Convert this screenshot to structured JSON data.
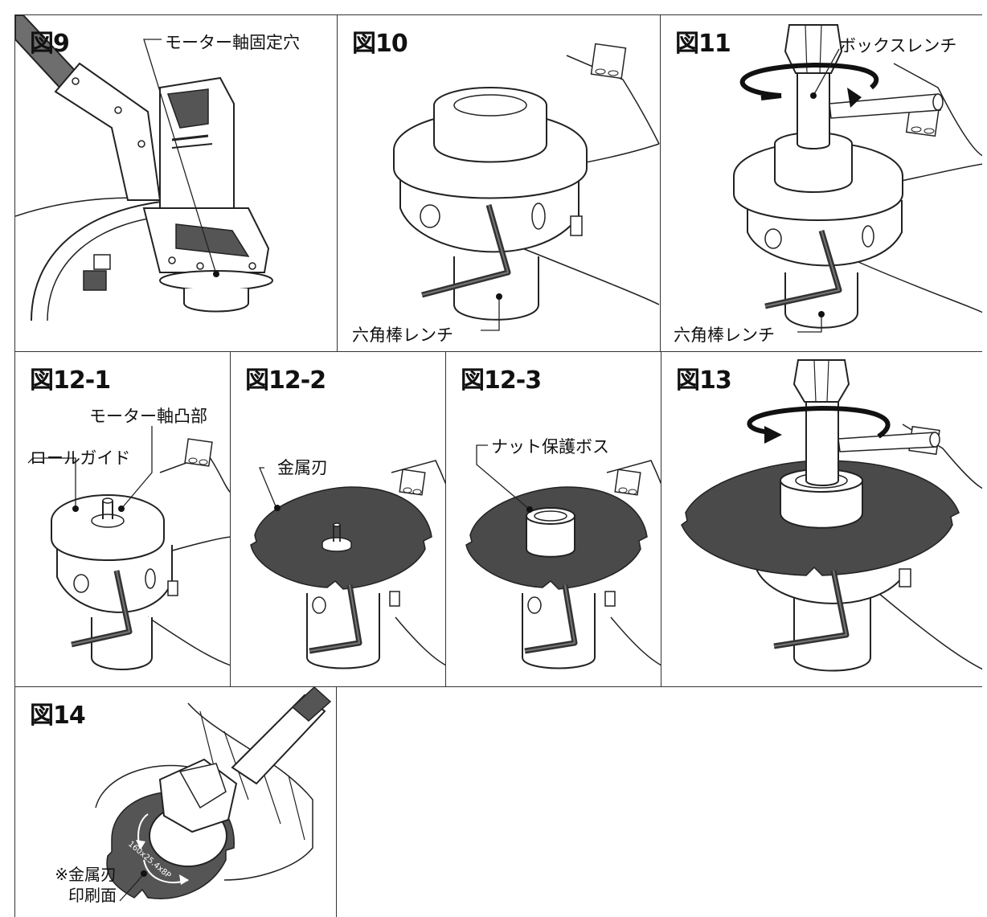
{
  "figures": {
    "fig9": {
      "title": "図9",
      "labels": {
        "motor_hole": "モーター軸固定穴"
      }
    },
    "fig10": {
      "title": "図10",
      "labels": {
        "hex_wrench": "六角棒レンチ"
      }
    },
    "fig11": {
      "title": "図11",
      "labels": {
        "box_wrench": "ボックスレンチ",
        "hex_wrench": "六角棒レンチ"
      }
    },
    "fig12_1": {
      "title": "図12-1",
      "labels": {
        "motor_boss": "モーター軸凸部",
        "roll_guide": "ロールガイド"
      }
    },
    "fig12_2": {
      "title": "図12-2",
      "labels": {
        "metal_blade": "金属刃"
      }
    },
    "fig12_3": {
      "title": "図12-3",
      "labels": {
        "nut_boss": "ナット保護ボス"
      }
    },
    "fig13": {
      "title": "図13"
    },
    "fig14": {
      "title": "図14",
      "labels": {
        "print_side_line1": "※金属刃",
        "print_side_line2": "印刷面",
        "blade_print": "160x25.4x8P"
      }
    }
  }
}
